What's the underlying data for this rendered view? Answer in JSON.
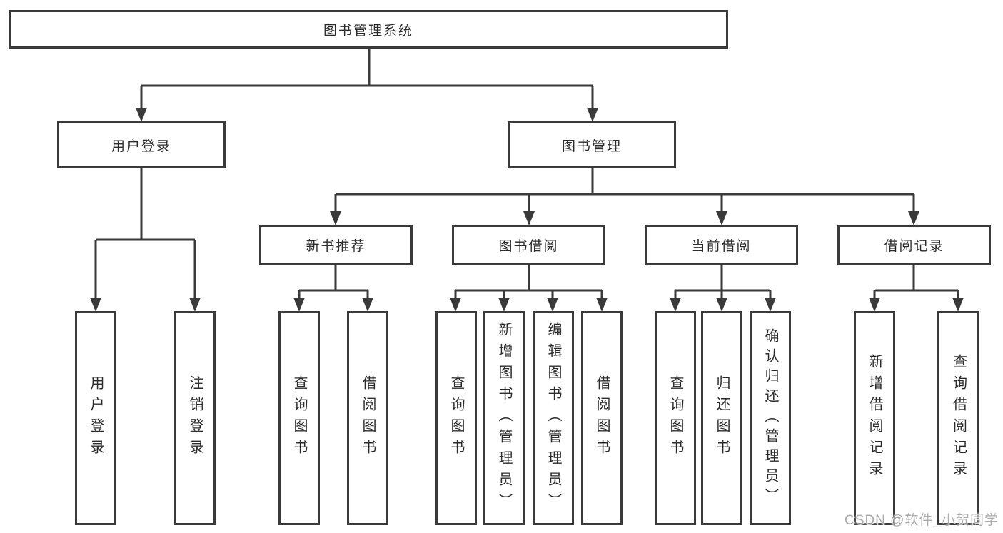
{
  "diagram_title": "图书管理系统",
  "tree": {
    "root": {
      "label": "图书管理系统",
      "children": [
        {
          "label": "用户登录",
          "children": [
            {
              "label": "用户登录"
            },
            {
              "label": "注销登录"
            }
          ]
        },
        {
          "label": "图书管理",
          "children": [
            {
              "label": "新书推荐",
              "children": [
                {
                  "label": "查询图书"
                },
                {
                  "label": "借阅图书"
                }
              ]
            },
            {
              "label": "图书借阅",
              "children": [
                {
                  "label": "查询图书"
                },
                {
                  "label": "新增图书（管理员）"
                },
                {
                  "label": "编辑图书（管理员）"
                },
                {
                  "label": "借阅图书"
                }
              ]
            },
            {
              "label": "当前借阅",
              "children": [
                {
                  "label": "查询图书"
                },
                {
                  "label": "归还图书"
                },
                {
                  "label": "确认归还（管理员）"
                }
              ]
            },
            {
              "label": "借阅记录",
              "children": [
                {
                  "label": "新增借阅记录"
                },
                {
                  "label": "查询借阅记录"
                }
              ]
            }
          ]
        }
      ]
    }
  },
  "watermark": {
    "text": "CSDN @软件_小贺同学"
  },
  "colors": {
    "line": "#3a3a3a",
    "border": "#3a3a3a",
    "text": "#2b2b2b",
    "background": "#ffffff",
    "watermark": "#a7a7a7"
  }
}
